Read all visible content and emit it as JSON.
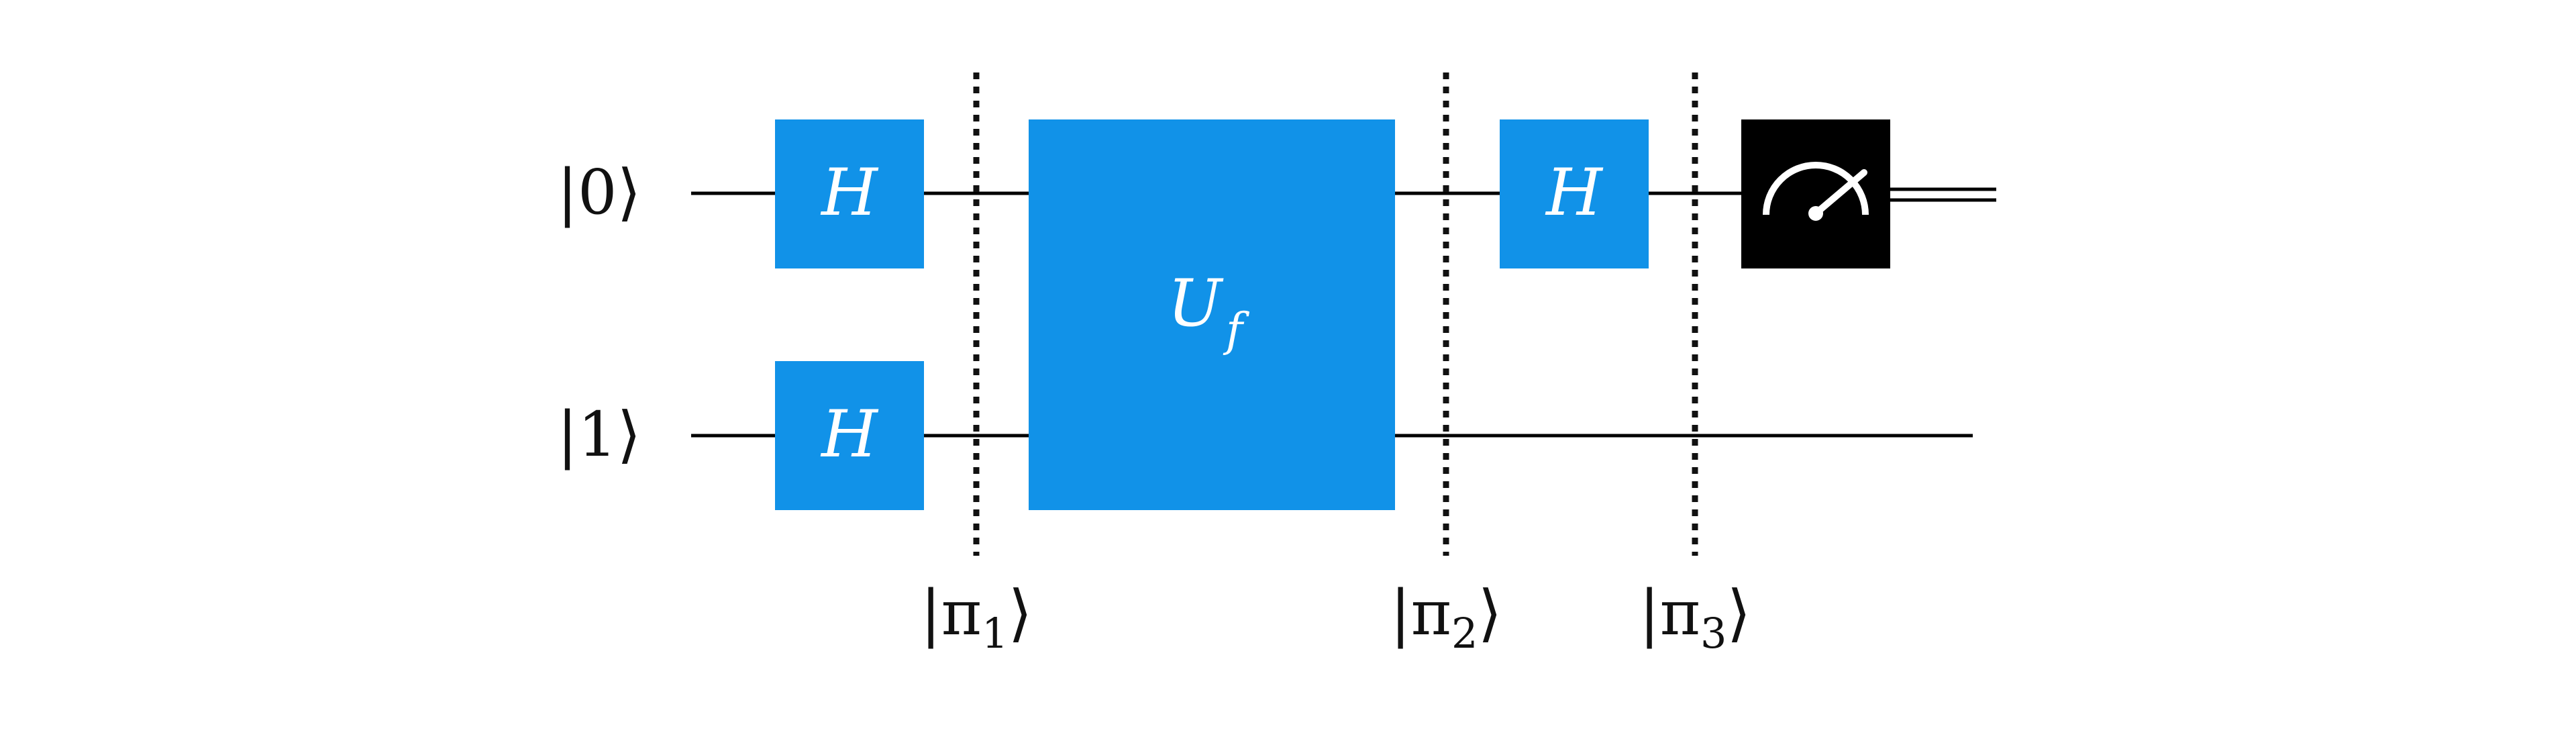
{
  "qubits": [
    {
      "state": "|0⟩"
    },
    {
      "state": "|1⟩"
    }
  ],
  "gates": {
    "h_q0_first": {
      "label": "H"
    },
    "h_q1_first": {
      "label": "H"
    },
    "oracle": {
      "label": "U",
      "subscript": "f"
    },
    "h_q0_second": {
      "label": "H"
    },
    "measurement": {
      "icon": "gauge-meter-icon"
    }
  },
  "barriers": [
    {
      "label": "|π",
      "subscript": "1",
      "close": "⟩"
    },
    {
      "label": "|π",
      "subscript": "2",
      "close": "⟩"
    },
    {
      "label": "|π",
      "subscript": "3",
      "close": "⟩"
    }
  ],
  "colors": {
    "gate_fill": "#1192E8",
    "measurement_fill": "#000000",
    "wire": "#000000",
    "barrier": "#111111"
  }
}
